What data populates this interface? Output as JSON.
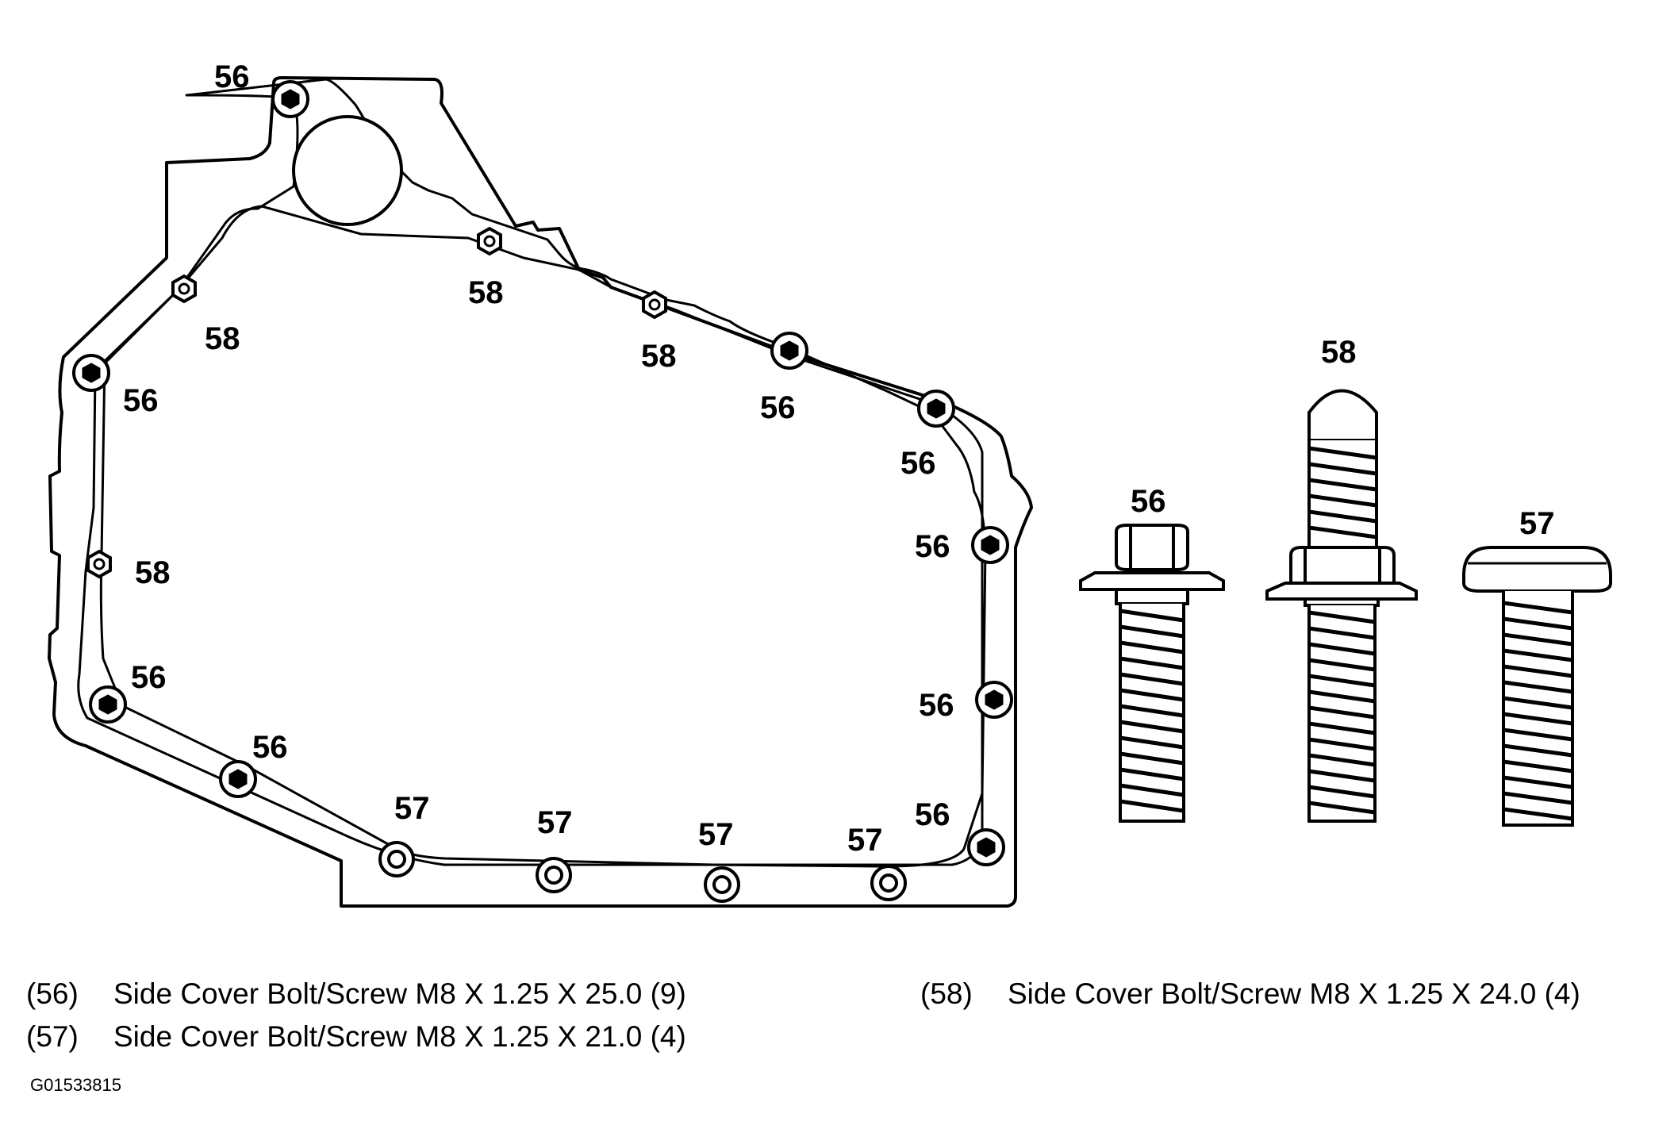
{
  "callouts": {
    "c1": "56",
    "c2": "58",
    "c3": "58",
    "c4": "56",
    "c5": "58",
    "c6": "56",
    "c7": "56",
    "c8": "56",
    "c9": "56",
    "c10": "58",
    "c11": "56",
    "c12": "56",
    "c13": "57",
    "c14": "57",
    "c15": "57",
    "c16": "57",
    "c17": "56",
    "fastener_56": "56",
    "fastener_58": "58",
    "fastener_57": "57"
  },
  "legend": [
    {
      "code": "(56)",
      "desc": "Side Cover Bolt/Screw M8 X 1.25 X 25.0 (9)"
    },
    {
      "code": "(57)",
      "desc": "Side Cover Bolt/Screw M8 X 1.25 X 21.0 (4)"
    },
    {
      "code": "(58)",
      "desc": "Side Cover Bolt/Screw M8 X 1.25 X 24.0 (4)"
    }
  ],
  "figure_id": "G01533815"
}
